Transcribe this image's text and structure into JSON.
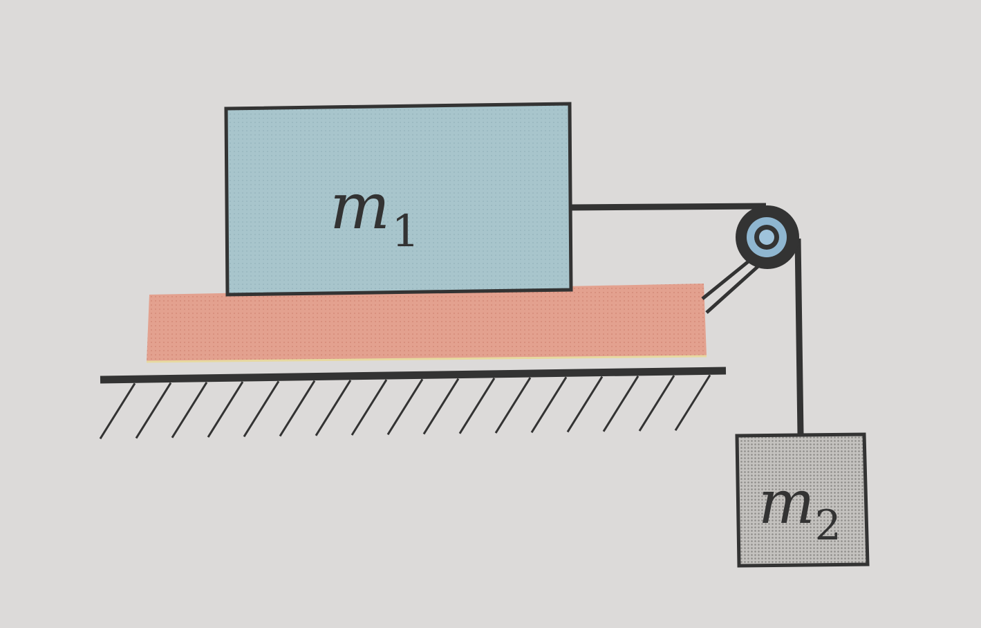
{
  "labels": {
    "m1_letter": "m",
    "m1_sub": "1",
    "m2_letter": "m",
    "m2_sub": "2"
  },
  "colors": {
    "paper": "#dcdad9",
    "block_m1": "#a8c5cc",
    "friction_pad": "#e3a18f",
    "block_m2": "#bdbbb8",
    "pulley_center": "#8fb6d0",
    "ink": "#333333"
  },
  "icons": {
    "ground": "hatched-ground-icon",
    "pulley": "pulley-icon"
  }
}
